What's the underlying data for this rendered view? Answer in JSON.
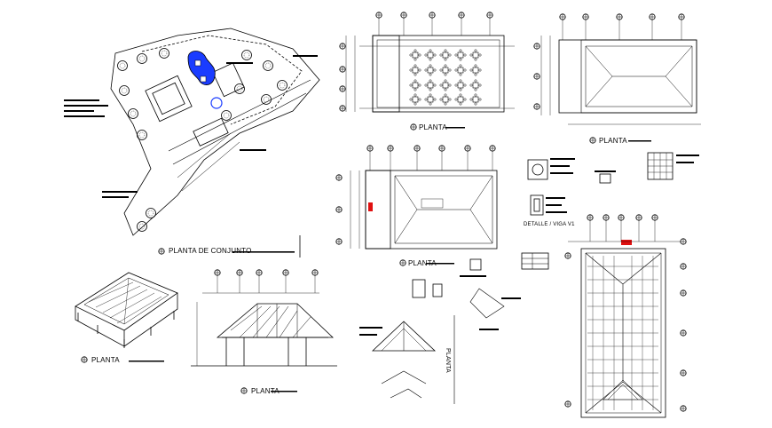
{
  "drawing": {
    "labels": {
      "site_plan": "PLANTA DE CONJUNTO",
      "plan_hall": "PLANTA",
      "plan_roof_top": "PLANTA",
      "plan_middle": "PLANTA",
      "plan_iso": "PLANTA",
      "plan_section": "PLANTA",
      "plan_vertical": "PLANTA",
      "beam_detail": "DETALLE / VIGA V1"
    },
    "colors": {
      "line": "#000000",
      "pool": "#1a3cff",
      "accent_red": "#e01010",
      "paper": "#ffffff"
    }
  }
}
